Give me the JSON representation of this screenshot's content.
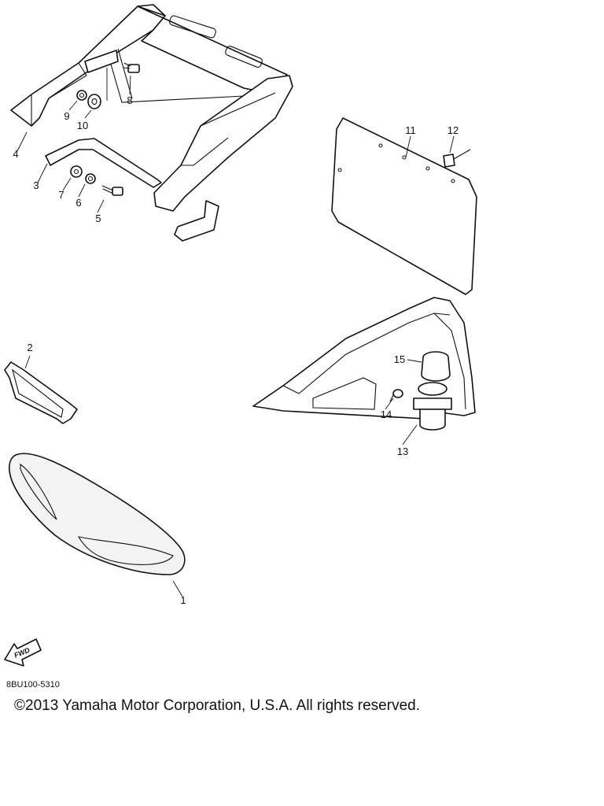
{
  "callouts": [
    {
      "id": "1",
      "label": "1"
    },
    {
      "id": "2",
      "label": "2"
    },
    {
      "id": "3",
      "label": "3"
    },
    {
      "id": "4",
      "label": "4"
    },
    {
      "id": "5",
      "label": "5"
    },
    {
      "id": "6",
      "label": "6"
    },
    {
      "id": "7",
      "label": "7"
    },
    {
      "id": "8",
      "label": "8"
    },
    {
      "id": "9",
      "label": "9"
    },
    {
      "id": "10",
      "label": "10"
    },
    {
      "id": "11",
      "label": "11"
    },
    {
      "id": "12",
      "label": "12"
    },
    {
      "id": "13",
      "label": "13"
    },
    {
      "id": "14",
      "label": "14"
    },
    {
      "id": "15",
      "label": "15"
    }
  ],
  "fwd_label": "FWD",
  "drawing_code": "8BU100-5310",
  "copyright": "©2013 Yamaha Motor Corporation, U.S.A. All rights reserved."
}
